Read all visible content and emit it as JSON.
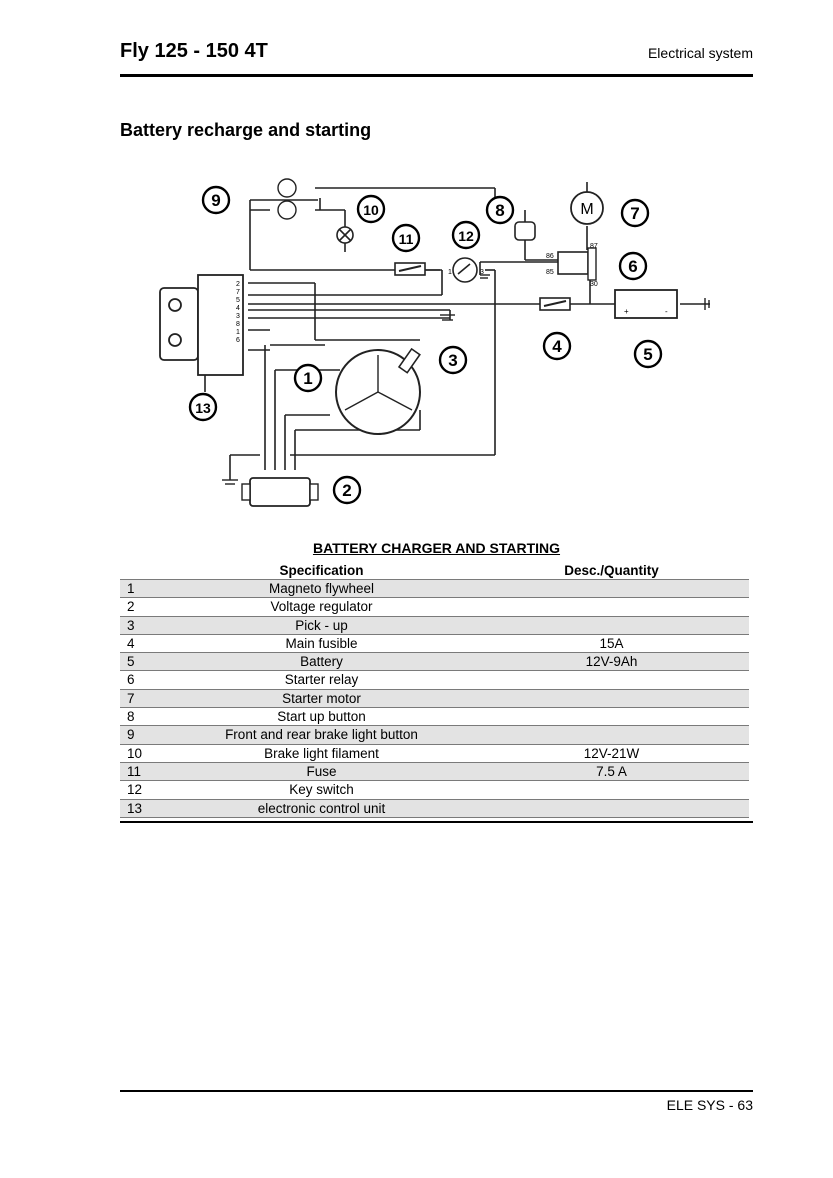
{
  "header": {
    "title": "Fly 125 - 150 4T",
    "section": "Electrical system"
  },
  "page": {
    "heading": "Battery recharge and starting",
    "footer": "ELE SYS - 63"
  },
  "diagram": {
    "callouts": [
      "1",
      "2",
      "3",
      "4",
      "5",
      "6",
      "7",
      "8",
      "9",
      "10",
      "11",
      "12",
      "13"
    ],
    "relay_pins": [
      "87",
      "86",
      "85",
      "30"
    ],
    "key_pins": [
      "1",
      "3"
    ],
    "ecu_pins": [
      "2",
      "7",
      "5",
      "4",
      "3",
      "8",
      "1",
      "6"
    ],
    "motor_symbol": "M",
    "battery_signs": [
      "+",
      "-"
    ]
  },
  "table": {
    "title": "BATTERY CHARGER AND STARTING",
    "headers": [
      "Specification",
      "Desc./Quantity"
    ],
    "rows": [
      {
        "num": "1",
        "spec": "Magneto flywheel",
        "desc": ""
      },
      {
        "num": "2",
        "spec": "Voltage regulator",
        "desc": ""
      },
      {
        "num": "3",
        "spec": "Pick - up",
        "desc": ""
      },
      {
        "num": "4",
        "spec": "Main fusible",
        "desc": "15A"
      },
      {
        "num": "5",
        "spec": "Battery",
        "desc": "12V-9Ah"
      },
      {
        "num": "6",
        "spec": "Starter relay",
        "desc": ""
      },
      {
        "num": "7",
        "spec": "Starter motor",
        "desc": ""
      },
      {
        "num": "8",
        "spec": "Start up button",
        "desc": ""
      },
      {
        "num": "9",
        "spec": "Front and rear brake light button",
        "desc": ""
      },
      {
        "num": "10",
        "spec": "Brake light filament",
        "desc": "12V-21W"
      },
      {
        "num": "11",
        "spec": "Fuse",
        "desc": "7.5 A"
      },
      {
        "num": "12",
        "spec": "Key switch",
        "desc": ""
      },
      {
        "num": "13",
        "spec": "electronic control unit",
        "desc": ""
      }
    ]
  }
}
